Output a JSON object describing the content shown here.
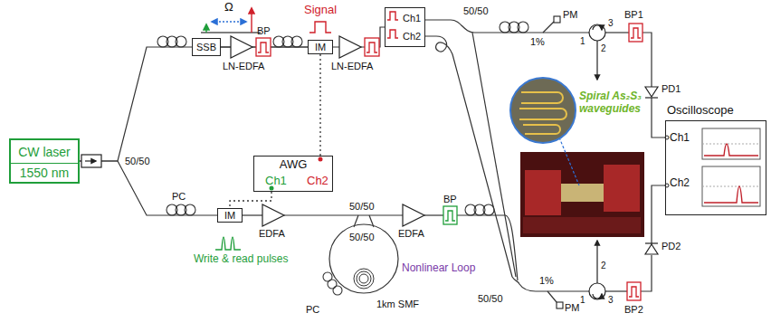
{
  "diagram": {
    "nodes": [
      {
        "text": [
          "CW laser",
          "1550 nm"
        ]
      },
      {
        "text": [
          "SSB"
        ]
      },
      {
        "text": [
          "IM"
        ]
      },
      {
        "text": [
          "AWG",
          "Ch1",
          "Ch2"
        ]
      },
      {
        "text": [
          "IM"
        ]
      },
      {
        "text": [
          "Ch1",
          "Ch2"
        ]
      },
      {
        "text": [
          "Oscilloscope",
          "Ch1",
          "Ch2"
        ]
      }
    ],
    "edges": [
      {
        "from": 0,
        "to": 1,
        "arrow": "none"
      },
      {
        "from": 0,
        "to": 4,
        "arrow": "none"
      },
      {
        "from": 1,
        "to": 2,
        "arrow": "none"
      },
      {
        "from": 2,
        "to": 5,
        "arrow": "none"
      },
      {
        "from": 3,
        "to": 2,
        "arrow": "none"
      },
      {
        "from": 3,
        "to": 4,
        "arrow": "none"
      }
    ],
    "labels": [
      "Ω",
      "BP",
      "LN-EDFA",
      "Signal",
      "LN-EDFA",
      "50/50",
      "PM",
      "1%",
      "1",
      "2",
      "3",
      "BP1",
      "PD1",
      "Spiral As₂S₃ waveguides",
      "50/50",
      "PC",
      "Write & read pulses",
      "EDFA",
      "50/50",
      "50/50",
      "EDFA",
      "BP",
      "Nonlinear Loop",
      "PC",
      "1km SMF",
      "50/50",
      "1%",
      "PM",
      "1",
      "2",
      "3",
      "BP2",
      "PD2"
    ]
  }
}
